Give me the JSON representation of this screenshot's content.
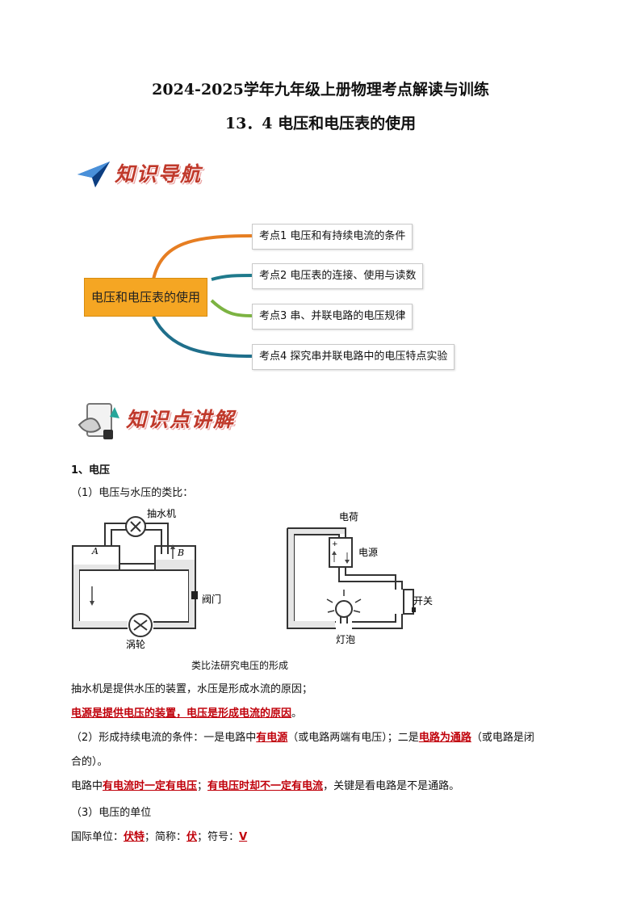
{
  "header": {
    "title_line1": "2024-2025学年九年级上册物理考点解读与训练",
    "title_line2": "13．4  电压和电压表的使用"
  },
  "nav_banner": {
    "label": "知识导航"
  },
  "mindmap": {
    "center": "电压和电压表的使用",
    "nodes": [
      {
        "label": "考点1   电压和有持续电流的条件"
      },
      {
        "label": "考点2   电压表的连接、使用与读数"
      },
      {
        "label": "考点3   串、并联电路的电压规律"
      },
      {
        "label": "考点4   探究串并联电路中的电压特点实验"
      }
    ],
    "colors": [
      "#e67e22",
      "#1f7a8c",
      "#7cb342",
      "#1f6f8b"
    ]
  },
  "explain_banner": {
    "label": "知识点讲解"
  },
  "section1": {
    "heading": "1、电压",
    "sub1": "（1）电压与水压的类比：",
    "figure": {
      "pump": "抽水机",
      "a": "A",
      "b": "B",
      "valve": "阀门",
      "turbine": "涡轮",
      "charge": "电荷",
      "source": "电源",
      "switch": "开关",
      "bulb": "灯泡",
      "caption": "类比法研究电压的形成"
    },
    "line1": "抽水机是提供水压的装置，水压是形成水流的原因；",
    "line2_red": "电源是提供电压的装置，电压是形成电流的原因",
    "line2_end": "。",
    "sub2_a": "（2）形成持续电流的条件：一是电路中",
    "sub2_b": "有电源",
    "sub2_c": "（或电路两端有电压）；二是",
    "sub2_d": "电路为通路",
    "sub2_e": "（或电路是闭",
    "sub2_f": "合的）。",
    "l3_a": "电路中",
    "l3_b": "有电流时一定有电压",
    "l3_c": "；",
    "l3_d": "有电压时却不一定有电流",
    "l3_e": "，关键是看电路是不是通路。",
    "sub3": "（3）电压的单位",
    "unit_a": "国际单位：",
    "unit_b": "伏特",
    "unit_c": "；简称：",
    "unit_d": "伏",
    "unit_e": "；符号：",
    "unit_f": "V"
  }
}
